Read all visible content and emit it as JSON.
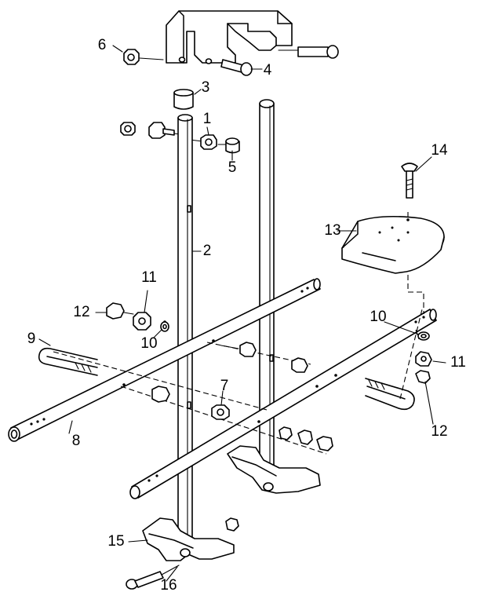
{
  "colors": {
    "line": "#000000",
    "background": "#ffffff"
  },
  "callouts": [
    {
      "id": "p1",
      "label": "1"
    },
    {
      "id": "p2",
      "label": "2"
    },
    {
      "id": "p3",
      "label": "3"
    },
    {
      "id": "p4",
      "label": "4"
    },
    {
      "id": "p5",
      "label": "5"
    },
    {
      "id": "p6",
      "label": "6"
    },
    {
      "id": "p7",
      "label": "7"
    },
    {
      "id": "p8",
      "label": "8"
    },
    {
      "id": "p9",
      "label": "9"
    },
    {
      "id": "p10a",
      "label": "10"
    },
    {
      "id": "p10b",
      "label": "10"
    },
    {
      "id": "p11a",
      "label": "11"
    },
    {
      "id": "p11b",
      "label": "11"
    },
    {
      "id": "p12a",
      "label": "12"
    },
    {
      "id": "p12b",
      "label": "12"
    },
    {
      "id": "p13",
      "label": "13"
    },
    {
      "id": "p14",
      "label": "14"
    },
    {
      "id": "p15",
      "label": "15"
    },
    {
      "id": "p16",
      "label": "16"
    }
  ]
}
